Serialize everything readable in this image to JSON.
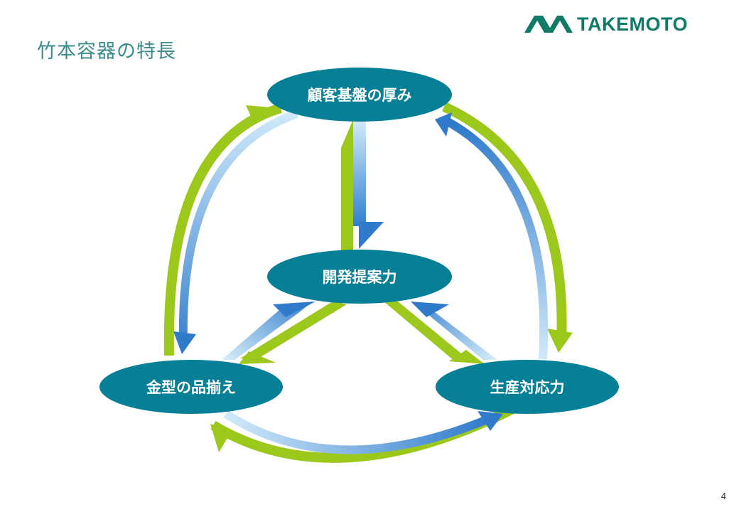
{
  "title": "竹本容器の特長",
  "logo": {
    "text": "TAKEMOTO",
    "icon": "takemoto-mountain-mark",
    "color": "#0f7a68"
  },
  "page_number": "4",
  "nodes": {
    "top": "顧客基盤の厚み",
    "center": "開発提案力",
    "left": "金型の品揃え",
    "right": "生産対応力"
  },
  "colors": {
    "node_fill": "#077f96",
    "green": "#9cc81c",
    "blue": "#3a86d0",
    "light_blue": "#c4e4f8",
    "title": "#3a8c8c"
  }
}
